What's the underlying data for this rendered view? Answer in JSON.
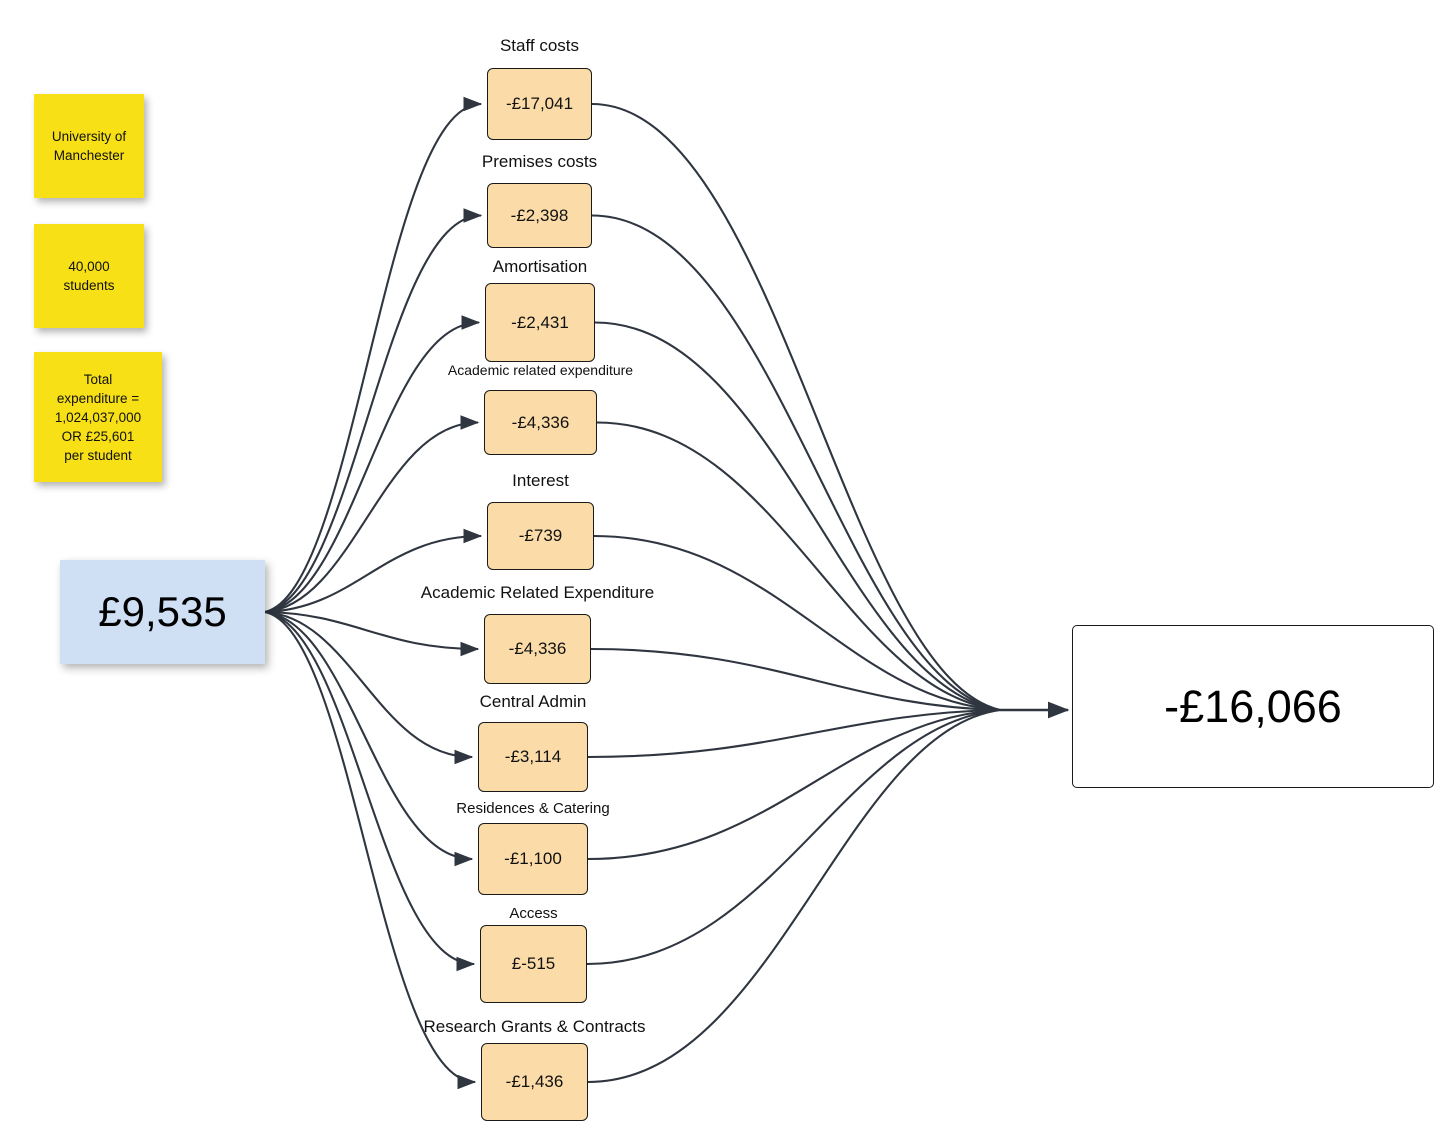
{
  "diagram": {
    "title": "University of Manchester expenditure per student flow diagram",
    "colors": {
      "sticky": "#F8E016",
      "source_node": "#CFE0F5",
      "expense_node": "#FBDCA8",
      "node_border": "#1a1a1a",
      "edge": "#2F3640",
      "background": "#ffffff"
    }
  },
  "notes": [
    {
      "id": "note-university",
      "text": "University of\nManchester"
    },
    {
      "id": "note-students",
      "text": "40,000\nstudents"
    },
    {
      "id": "note-total-expenditure",
      "text": "Total\nexpenditure =\n1,024,037,000\nOR £25,601\nper student"
    }
  ],
  "source": {
    "id": "source-income",
    "value": "£9,535"
  },
  "result": {
    "id": "result-net",
    "value": "-£16,066"
  },
  "expenses": [
    {
      "id": "staff-costs",
      "label": "Staff costs",
      "value": "-£17,041",
      "label_size": 17
    },
    {
      "id": "premises-costs",
      "label": "Premises costs",
      "value": "-£2,398",
      "label_size": 17
    },
    {
      "id": "amortisation",
      "label": "Amortisation",
      "value": "-£2,431",
      "label_size": 17
    },
    {
      "id": "academic-related-expenditure",
      "label": "Academic related expenditure",
      "value": "-£4,336",
      "label_size": 14
    },
    {
      "id": "interest",
      "label": "Interest",
      "value": "-£739",
      "label_size": 17
    },
    {
      "id": "academic-related-expenditure-2",
      "label": "Academic Related Expenditure",
      "value": "-£4,336",
      "label_size": 17
    },
    {
      "id": "central-admin",
      "label": "Central Admin",
      "value": "-£3,114",
      "label_size": 17
    },
    {
      "id": "residences-and-catering",
      "label": "Residences & Catering",
      "value": "-£1,100",
      "label_size": 15
    },
    {
      "id": "access",
      "label": "Access",
      "value": "£-515",
      "label_size": 15
    },
    {
      "id": "research-grants-and-contracts",
      "label": "Research Grants & Contracts",
      "value": "-£1,436",
      "label_size": 17
    }
  ]
}
